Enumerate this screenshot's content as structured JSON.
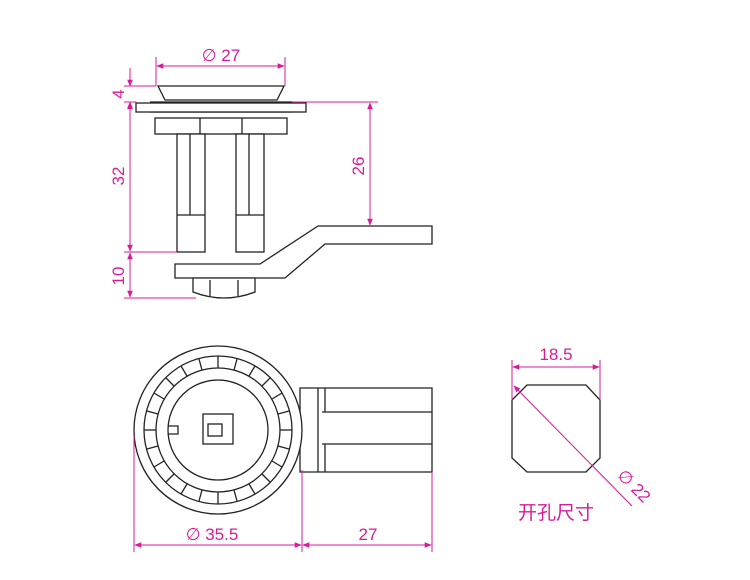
{
  "dimensions": {
    "head_diameter": "∅ 27",
    "washer_thickness": "4",
    "body_height": "32",
    "cam_offset": "26",
    "nut_height": "10",
    "flange_diameter": "∅ 35.5",
    "cam_length": "27",
    "cutout_width": "18.5",
    "cutout_diagonal": "∅ 22"
  },
  "labels": {
    "cutout_caption": "开孔尺寸"
  },
  "colors": {
    "dimension": "#d81b9a",
    "outline": "#222222"
  }
}
